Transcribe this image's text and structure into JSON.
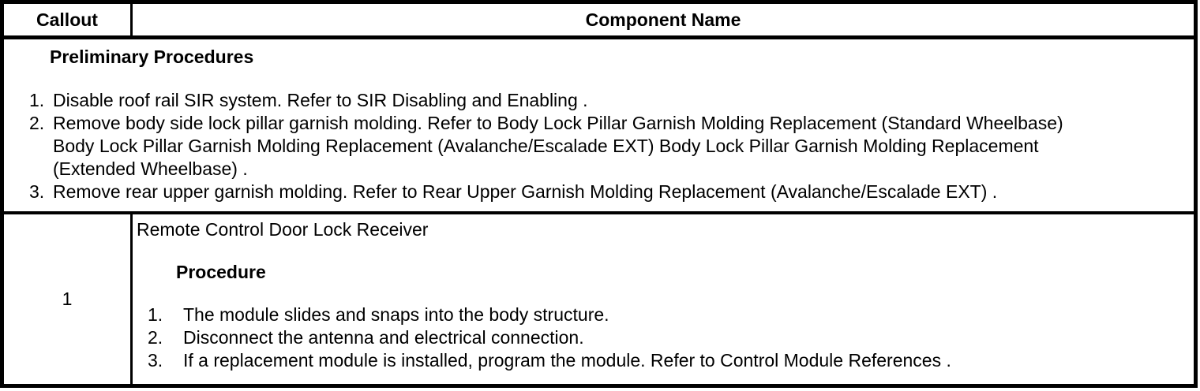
{
  "colors": {
    "background": "#ffffff",
    "border": "#000000",
    "text": "#000000"
  },
  "table": {
    "header": {
      "callout_label": "Callout",
      "component_label": "Component Name"
    },
    "preliminary": {
      "title": "Preliminary Procedures",
      "steps": [
        {
          "num": "1.",
          "text": "Disable roof rail SIR system. Refer to SIR Disabling and Enabling ."
        },
        {
          "num": "2.",
          "text": "Remove body side lock pillar garnish molding. Refer to Body Lock Pillar Garnish Molding Replacement (Standard Wheelbase) Body Lock Pillar Garnish Molding Replacement (Avalanche/Escalade EXT) Body Lock Pillar Garnish Molding Replacement (Extended Wheelbase) ."
        },
        {
          "num": "3.",
          "text": "Remove rear upper garnish molding. Refer to Rear Upper Garnish Molding Replacement (Avalanche/Escalade EXT) ."
        }
      ]
    },
    "rows": [
      {
        "callout": "1",
        "component_name": "Remote Control Door Lock Receiver",
        "procedure_heading": "Procedure",
        "steps": [
          {
            "num": "1.",
            "text": "The module slides and snaps into the body structure."
          },
          {
            "num": "2.",
            "text": "Disconnect the antenna and electrical connection."
          },
          {
            "num": "3.",
            "text": "If a replacement module is installed, program the module. Refer to Control Module References ."
          }
        ]
      }
    ]
  }
}
